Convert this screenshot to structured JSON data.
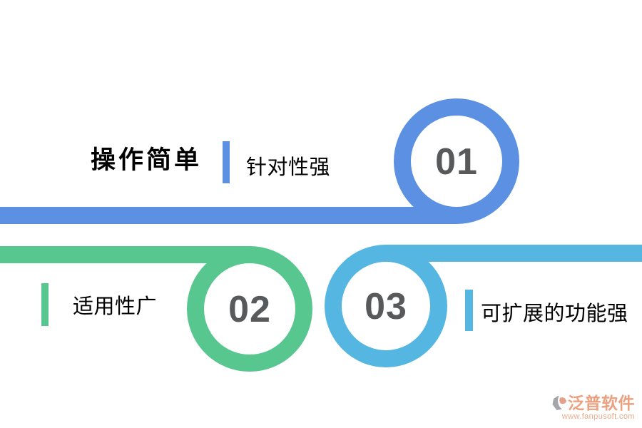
{
  "infographic": {
    "items": [
      {
        "number": "01",
        "headline": "操作简单",
        "label": "针对性强",
        "color": "#5C90E2",
        "loop_position": "circle-above-line, line-from-left"
      },
      {
        "number": "02",
        "label": "适用性广",
        "color": "#58C68F",
        "loop_position": "circle-below-line, line-from-left"
      },
      {
        "number": "03",
        "label": "可扩展的功能强",
        "color": "#54B6E1",
        "loop_position": "circle-below-line, line-to-right"
      }
    ],
    "number_color": "#58595B",
    "text_color": "#000000",
    "background_color": "#FFFFFF"
  },
  "footer": {
    "brand": "泛普软件",
    "url": "www.fanpusoft.com",
    "brand_color": "#E8906B",
    "url_color": "#E59B73",
    "icon": "fanpu-logo-icon",
    "icon_gray": "#96969E",
    "icon_orange": "#E09078"
  }
}
